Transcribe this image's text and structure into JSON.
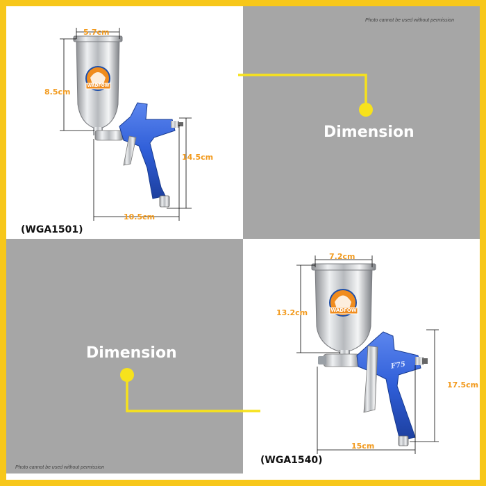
{
  "disclaimer": "Photo cannot be used without permission",
  "heading": "Dimension",
  "colors": {
    "frame": "#f7c71a",
    "gray_panel": "#a6a6a6",
    "dimension_text": "#f29a1d",
    "gun_body": "#2f5ed8",
    "heading_text": "#ffffff"
  },
  "product_top": {
    "model": "(WGA1501)",
    "brand": "WADFOW",
    "dims": {
      "cup_width": "5.7cm",
      "cup_height": "8.5cm",
      "height": "14.5cm",
      "length": "10.5cm"
    }
  },
  "product_bottom": {
    "model": "(WGA1540)",
    "brand": "WADFOW",
    "body_mark": "F75",
    "dims": {
      "cup_width": "7.2cm",
      "cup_height": "13.2cm",
      "height": "17.5cm",
      "length": "15cm"
    }
  }
}
